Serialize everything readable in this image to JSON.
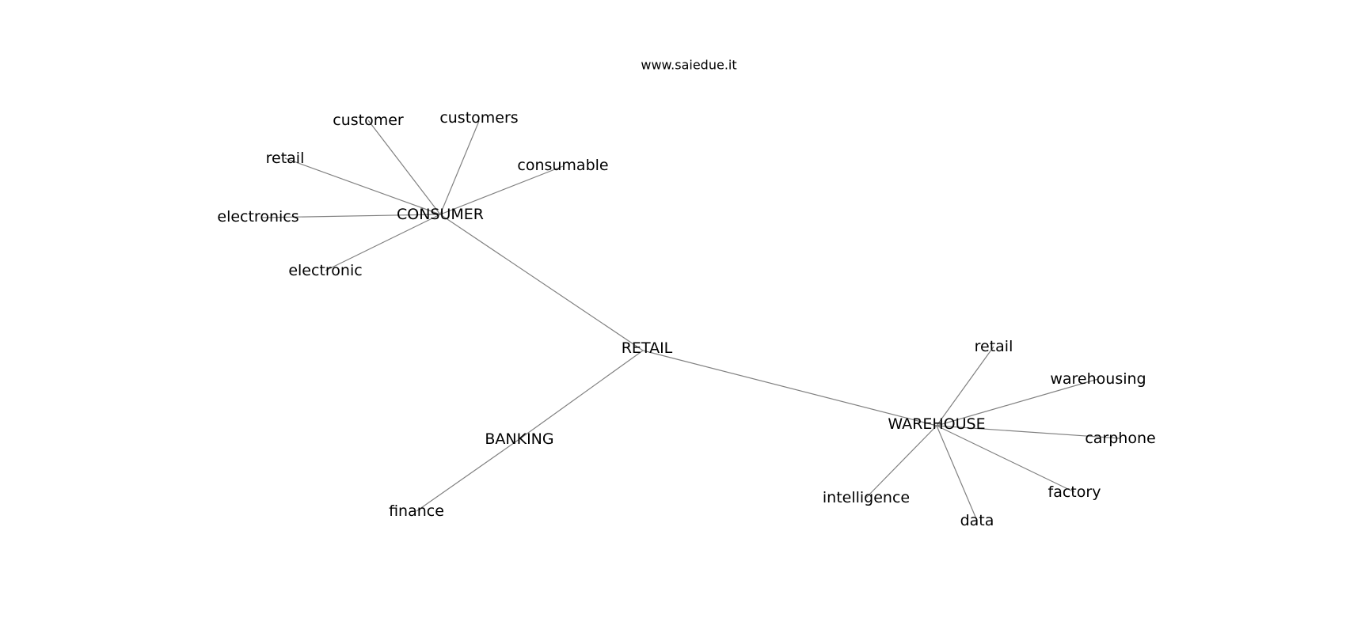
{
  "watermark": "www.saiedue.it",
  "nodes": [
    {
      "id": "retail_center",
      "label": "RETAIL"
    },
    {
      "id": "consumer",
      "label": "CONSUMER"
    },
    {
      "id": "banking",
      "label": "BANKING"
    },
    {
      "id": "warehouse",
      "label": "WAREHOUSE"
    },
    {
      "id": "customer",
      "label": "customer"
    },
    {
      "id": "customers",
      "label": "customers"
    },
    {
      "id": "consumable",
      "label": "consumable"
    },
    {
      "id": "retail_consumer",
      "label": "retail"
    },
    {
      "id": "electronics",
      "label": "electronics"
    },
    {
      "id": "electronic",
      "label": "electronic"
    },
    {
      "id": "finance",
      "label": "finance"
    },
    {
      "id": "retail_warehouse",
      "label": "retail"
    },
    {
      "id": "warehousing",
      "label": "warehousing"
    },
    {
      "id": "carphone",
      "label": "carphone"
    },
    {
      "id": "factory",
      "label": "factory"
    },
    {
      "id": "data",
      "label": "data"
    },
    {
      "id": "intelligence",
      "label": "intelligence"
    }
  ],
  "edges": [
    [
      "retail_center",
      "consumer"
    ],
    [
      "retail_center",
      "banking"
    ],
    [
      "retail_center",
      "warehouse"
    ],
    [
      "consumer",
      "customer"
    ],
    [
      "consumer",
      "customers"
    ],
    [
      "consumer",
      "consumable"
    ],
    [
      "consumer",
      "retail_consumer"
    ],
    [
      "consumer",
      "electronics"
    ],
    [
      "consumer",
      "electronic"
    ],
    [
      "banking",
      "finance"
    ],
    [
      "warehouse",
      "retail_warehouse"
    ],
    [
      "warehouse",
      "warehousing"
    ],
    [
      "warehouse",
      "carphone"
    ],
    [
      "warehouse",
      "factory"
    ],
    [
      "warehouse",
      "data"
    ],
    [
      "warehouse",
      "intelligence"
    ]
  ]
}
